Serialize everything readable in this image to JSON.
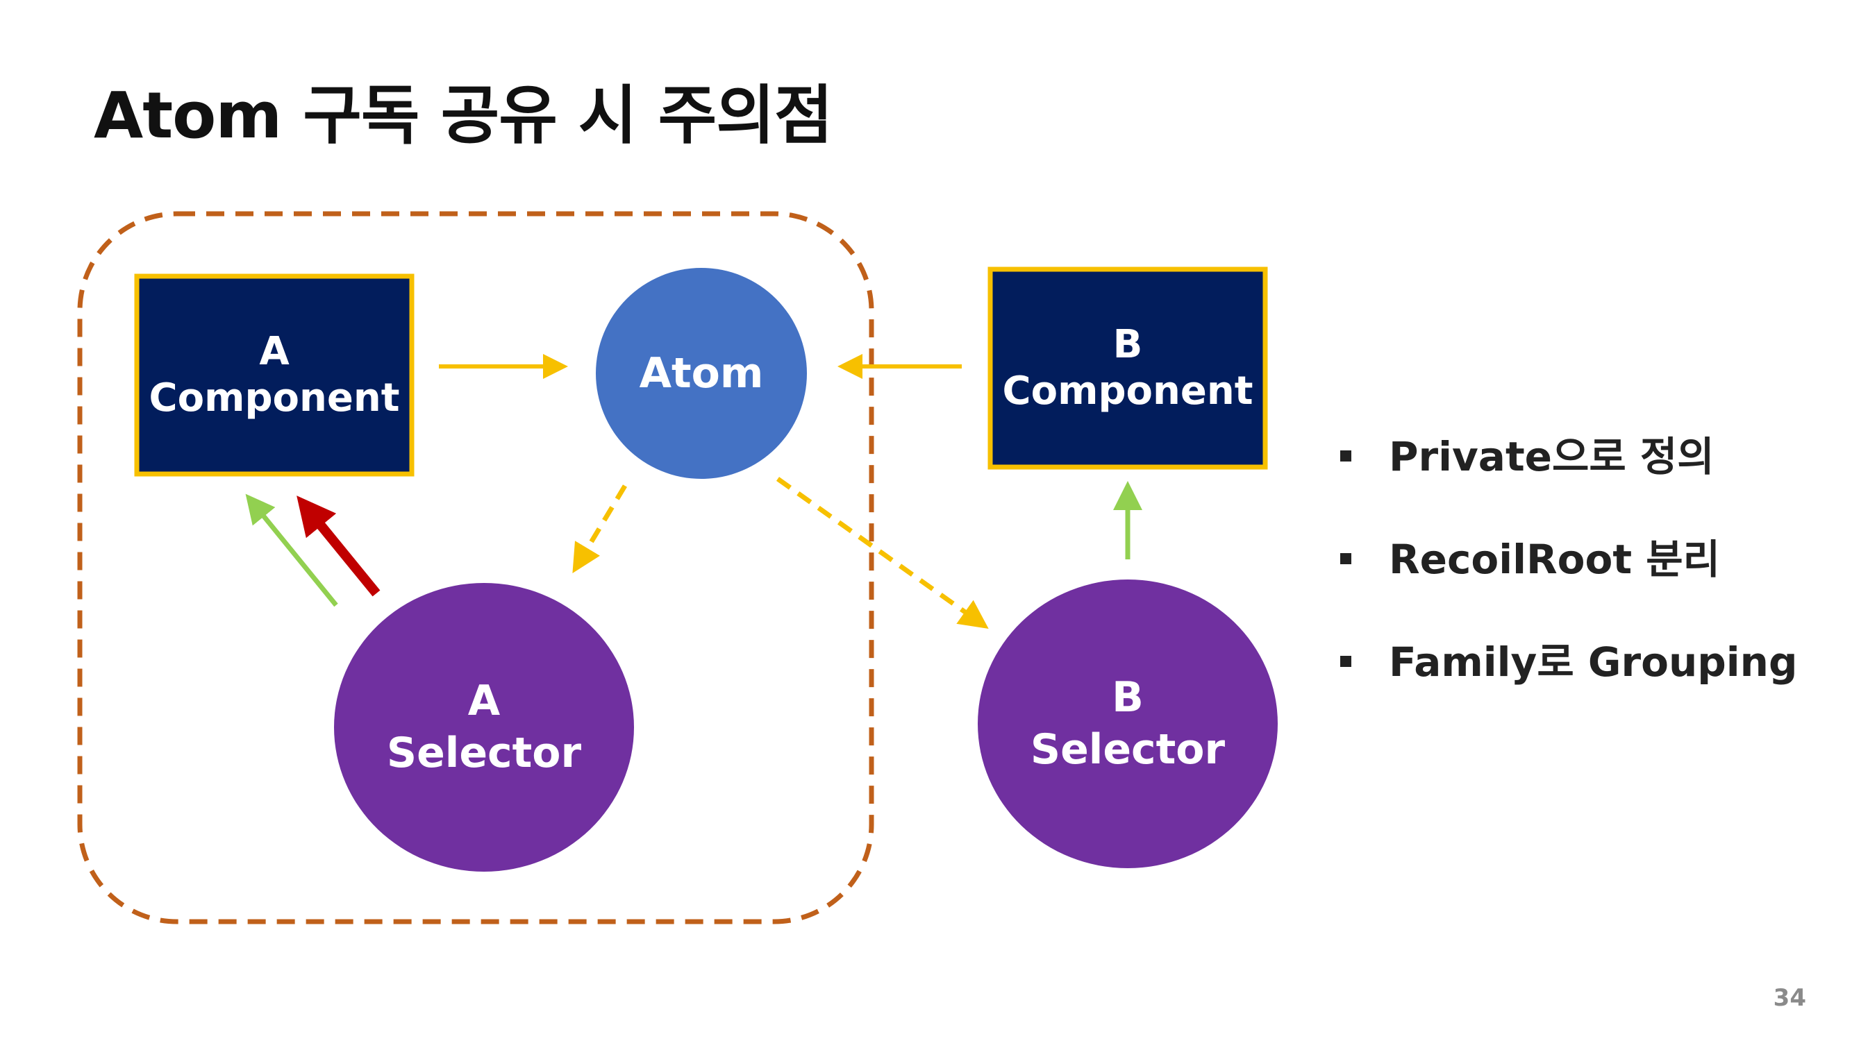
{
  "slide": {
    "title": "Atom 구독 공유 시 주의점",
    "page_number": "34"
  },
  "diagram": {
    "a_component": {
      "line1": "A",
      "line2": "Component"
    },
    "atom": {
      "label": "Atom"
    },
    "b_component": {
      "line1": "B",
      "line2": "Component"
    },
    "a_selector": {
      "line1": "A",
      "line2": "Selector"
    },
    "b_selector": {
      "line1": "B",
      "line2": "Selector"
    }
  },
  "bullets": [
    {
      "text": "Private으로 정의"
    },
    {
      "text": "RecoilRoot 분리"
    },
    {
      "text": "Family로 Grouping"
    }
  ],
  "colors": {
    "component_fill": "#021d5c",
    "component_border": "#f7c000",
    "atom_fill": "#4472c4",
    "selector_fill": "#7030a0",
    "boundary_dash": "#c0601a",
    "arrow_yellow": "#f7c000",
    "arrow_green": "#92d050",
    "arrow_red": "#c00000"
  },
  "icons": {
    "bullet": "square-bullet-icon"
  }
}
